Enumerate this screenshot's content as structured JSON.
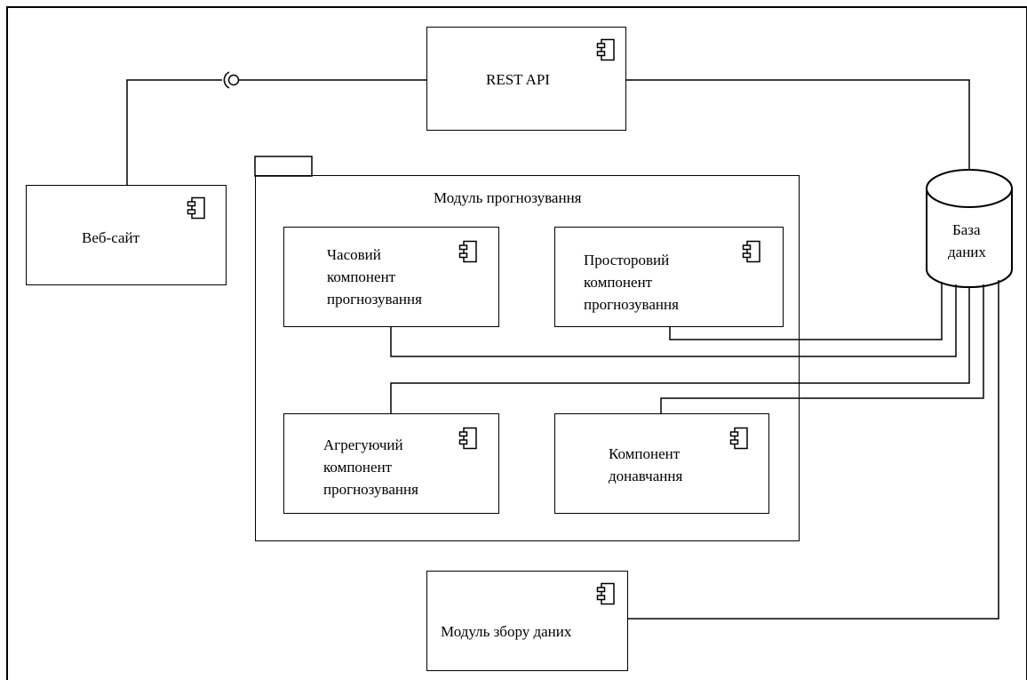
{
  "colors": {
    "line": "#000000",
    "background": "#ffffff"
  },
  "rest_api": {
    "label": "REST API"
  },
  "website": {
    "label": "Веб-сайт"
  },
  "database": {
    "line1": "База",
    "line2": "даних"
  },
  "forecast_module": {
    "title": "Модуль прогнозування",
    "temporal": {
      "line1": "Часовий",
      "line2": "компонент",
      "line3": "прогнозування"
    },
    "spatial": {
      "line1": "Просторовий",
      "line2": "компонент",
      "line3": "прогнозування"
    },
    "aggregating": {
      "line1": "Агрегуючий",
      "line2": "компонент",
      "line3": "прогнозування"
    },
    "retraining": {
      "line1": "Компонент",
      "line2": "донавчання"
    }
  },
  "collector": {
    "label": "Модуль збору даних"
  },
  "icons": [
    "component-icon",
    "required-interface-icon",
    "database-cylinder"
  ]
}
